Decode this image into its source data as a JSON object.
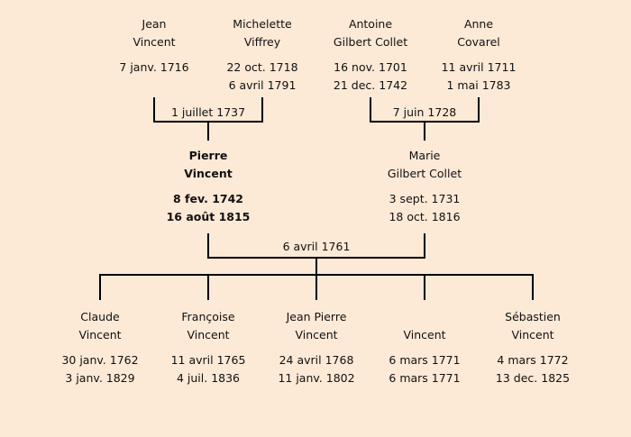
{
  "generation1": [
    {
      "first": "Jean",
      "last": "Vincent",
      "birth": "7 janv. 1716",
      "death": ""
    },
    {
      "first": "Michelette",
      "last": "Viffrey",
      "birth": "22 oct. 1718",
      "death": "6 avril 1791"
    },
    {
      "first": "Antoine",
      "last": "Gilbert Collet",
      "birth": "16 nov. 1701",
      "death": "21 dec. 1742"
    },
    {
      "first": "Anne",
      "last": "Covarel",
      "birth": "11 avril 1711",
      "death": "1 mai 1783"
    }
  ],
  "generation2": [
    {
      "first": "Pierre",
      "last": "Vincent",
      "birth": "8 fev. 1742",
      "death": "16 août 1815",
      "highlighted": true
    },
    {
      "first": "Marie",
      "last": "Gilbert Collet",
      "birth": "3 sept. 1731",
      "death": "18 oct. 1816"
    }
  ],
  "generation3": [
    {
      "first": "Claude",
      "last": "Vincent",
      "birth": "30 janv. 1762",
      "death": "3 janv. 1829"
    },
    {
      "first": "Françoise",
      "last": "Vincent",
      "birth": "11 avril 1765",
      "death": "4 juil. 1836"
    },
    {
      "first": "Jean Pierre",
      "last": "Vincent",
      "birth": "24 avril 1768",
      "death": "11 janv. 1802"
    },
    {
      "first": "",
      "last": "Vincent",
      "birth": "6 mars 1771",
      "death": "6 mars 1771"
    },
    {
      "first": "Sébastien",
      "last": "Vincent",
      "birth": "4 mars 1772",
      "death": "13 dec. 1825"
    }
  ],
  "marriages": {
    "jean_michelette": "1 juillet 1737",
    "antoine_anne": "7 juin 1728",
    "pierre_marie": "6 avril 1761"
  }
}
